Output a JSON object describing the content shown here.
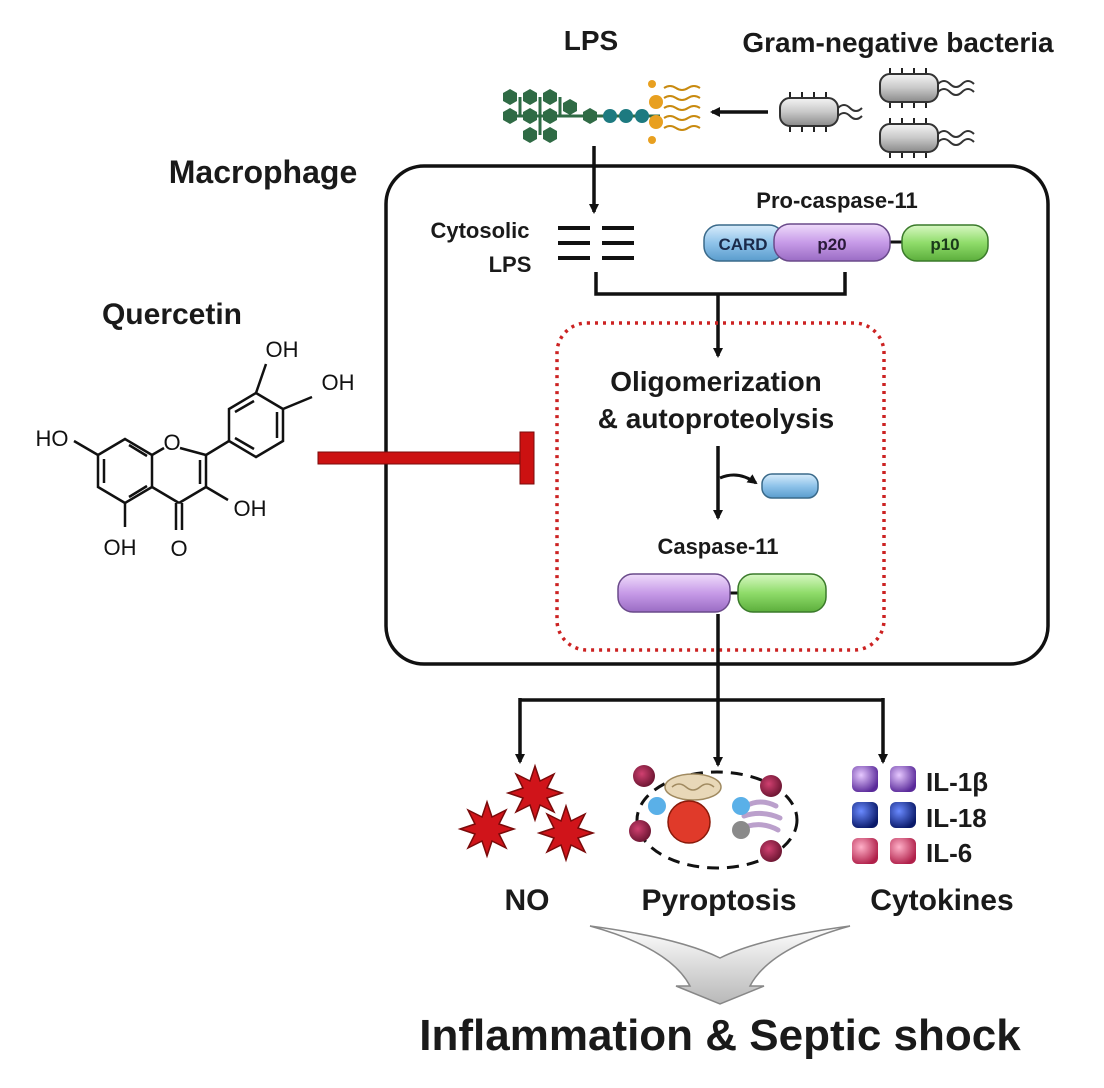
{
  "labels": {
    "lps": "LPS",
    "gram_negative_bacteria": "Gram-negative bacteria",
    "macrophage": "Macrophage",
    "cytosolic_lps_line1": "Cytosolic",
    "cytosolic_lps_line2": "LPS",
    "pro_caspase_11": "Pro-caspase-11",
    "oligomerization_line1": "Oligomerization",
    "oligomerization_line2": "& autoproteolysis",
    "caspase_11": "Caspase-11",
    "quercetin": "Quercetin",
    "no": "NO",
    "pyroptosis": "Pyroptosis",
    "cytokines": "Cytokines",
    "outcome": "Inflammation & Septic shock"
  },
  "domains": {
    "card": "CARD",
    "p20": "p20",
    "p10": "p10"
  },
  "cytokines": {
    "il1b": "IL-1β",
    "il18": "IL-18",
    "il6": "IL-6"
  },
  "quercetin_atoms": {
    "oh_top": "OH",
    "oh_right": "OH",
    "ho_left": "HO",
    "o_ring": "O",
    "oh_c3": "OH",
    "oh_c5": "OH",
    "o_keto": "O"
  },
  "colors": {
    "inhibition": "#cc1111",
    "compartment_border": "#cc2222",
    "card": "#8fc3ea",
    "p20": "#c79be8",
    "p10": "#8fdc6a",
    "lps_sugar": "#2f6b45",
    "lps_teal": "#1d7a80",
    "lipid": "#e8a020",
    "no_star": "#d0141a"
  }
}
